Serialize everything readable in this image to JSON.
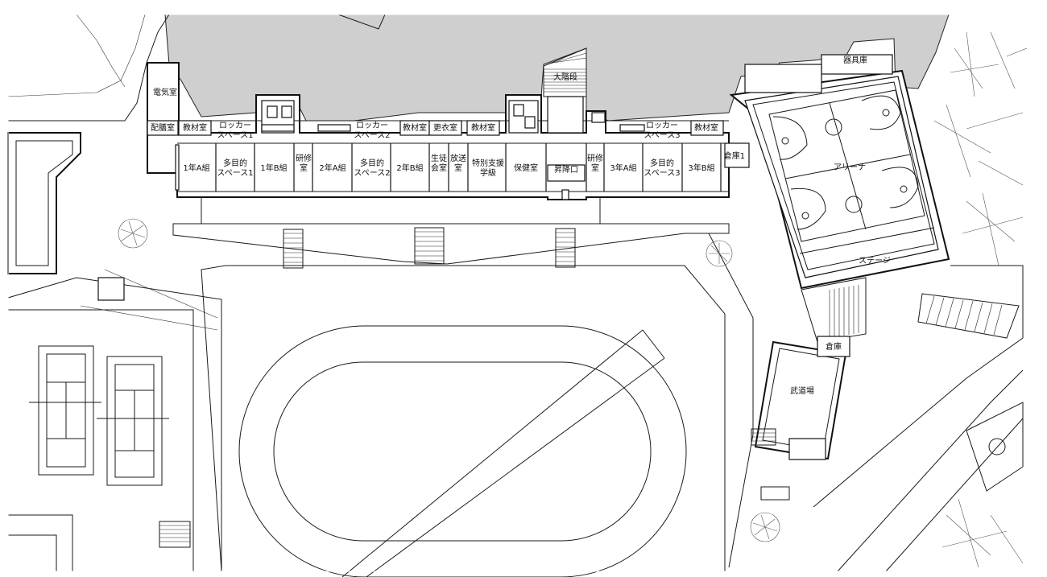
{
  "rooms": {
    "denki": "電気室",
    "haizen": "配膳室",
    "kyozai1": "教材室",
    "locker1": "ロッカー\nスペース1",
    "locker2": "ロッカー\nスペース2",
    "kyozai2": "教材室",
    "koui": "更衣室",
    "kyozai3": "教材室",
    "oukaidan": "大階段",
    "locker3": "ロッカー\nスペース3",
    "kyozai4": "教材室",
    "kiguko": "器具庫",
    "c1a": "1年A組",
    "tamoku1": "多目的\nスペース1",
    "c1b": "1年B組",
    "kenshu1": "研修\n室",
    "c2a": "2年A組",
    "tamoku2": "多目的\nスペース2",
    "c2b": "2年B組",
    "seito": "生徒\n会室",
    "housou": "放送\n室",
    "tokubetsu": "特別支援\n学級",
    "hoken": "保健室",
    "shoukou": "昇降口",
    "kenshu2": "研修\n室",
    "c3a": "3年A組",
    "tamoku3": "多目的\nスペース3",
    "c3b": "3年B組",
    "souko1": "倉庫1",
    "arena": "アリーナ",
    "stage": "ステージ",
    "souko2": "倉庫",
    "budojo": "武道場"
  }
}
